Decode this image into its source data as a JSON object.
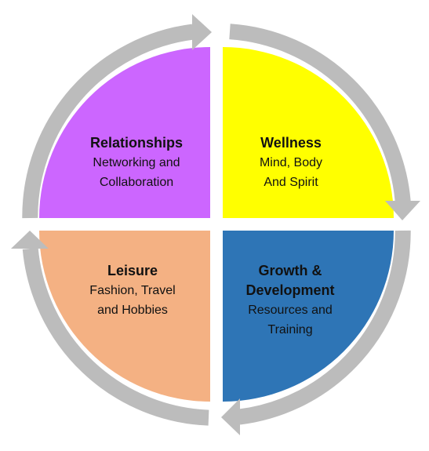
{
  "colors": {
    "ring": "#bcbcbc",
    "relationships": "#cc66ff",
    "wellness": "#ffff00",
    "growth": "#2e75b6",
    "leisure": "#f4b183"
  },
  "quadrants": {
    "relationships": {
      "title": "Relationships",
      "line1": "Networking and",
      "line2": "Collaboration"
    },
    "wellness": {
      "title": "Wellness",
      "line1": "Mind, Body",
      "line2": "And Spirit"
    },
    "growth": {
      "title_line1": "Growth &",
      "title_line2": "Development",
      "line1": "Resources and",
      "line2": "Training"
    },
    "leisure": {
      "title": "Leisure",
      "line1": "Fashion, Travel",
      "line2": "and Hobbies"
    }
  }
}
